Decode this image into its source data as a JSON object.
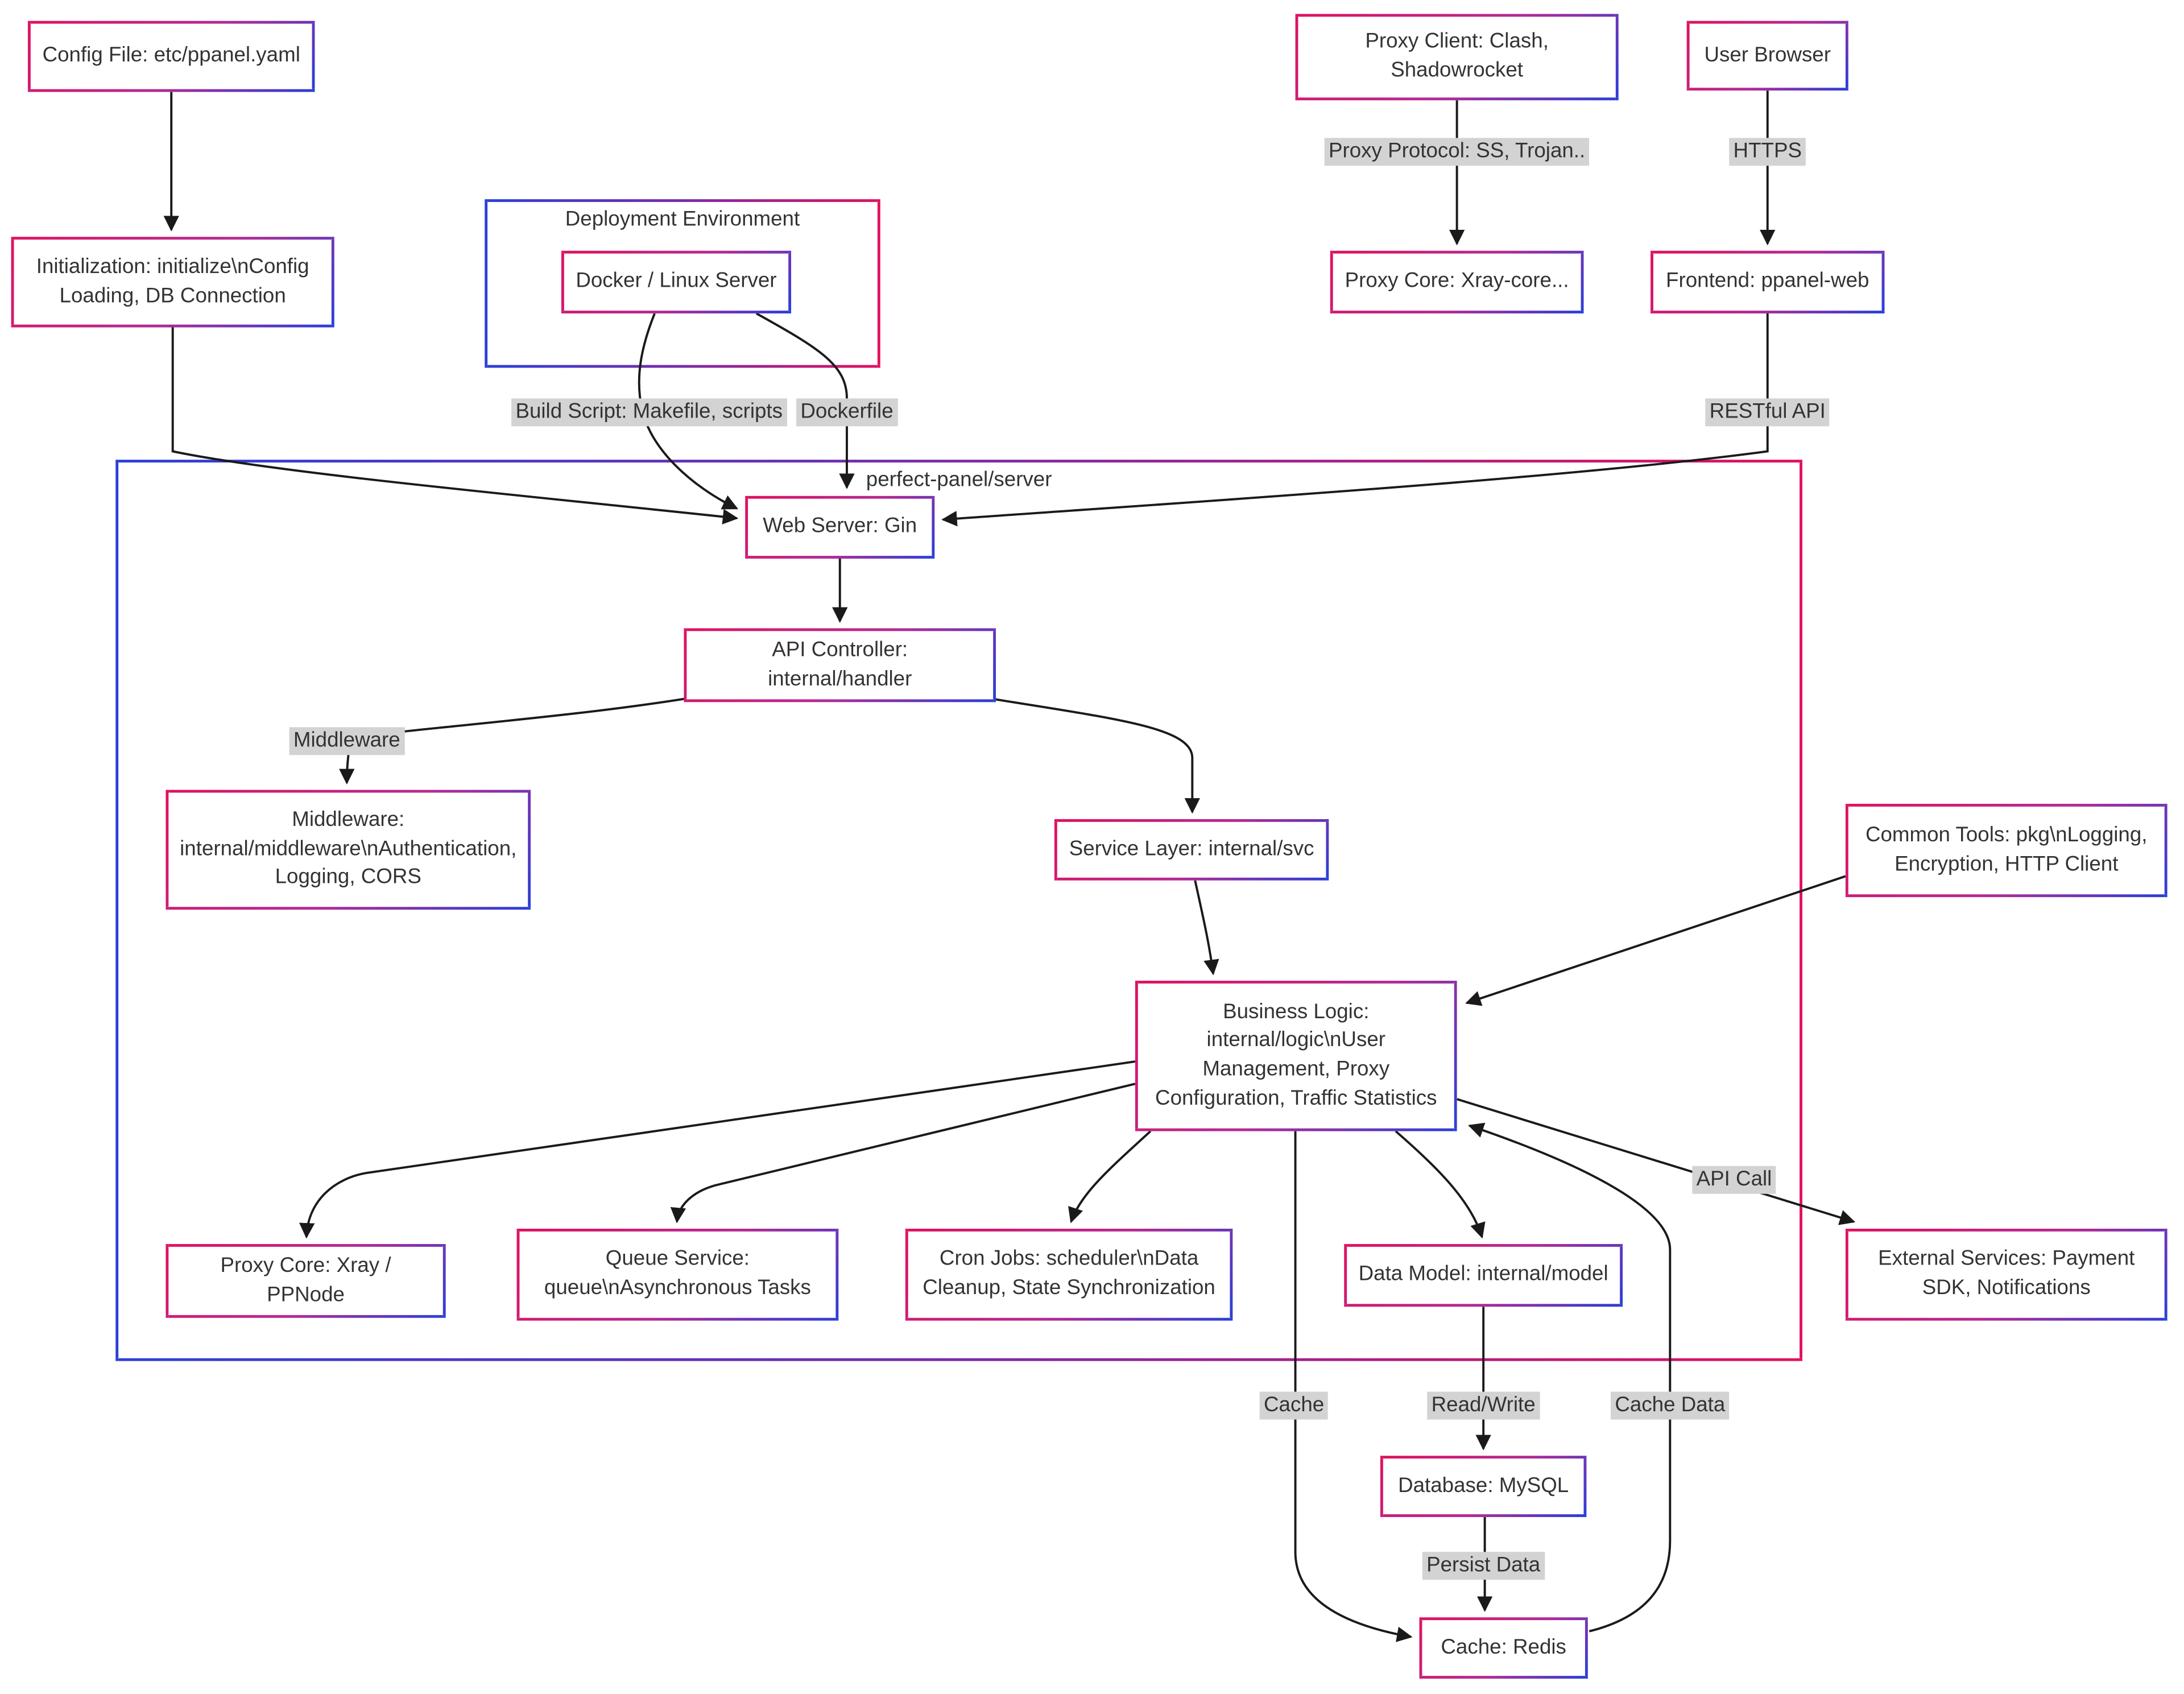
{
  "diagram": {
    "containers": {
      "deployment": {
        "label": "Deployment Environment"
      },
      "server": {
        "label": "perfect-panel/server"
      }
    },
    "nodes": {
      "config_file": {
        "label": "Config File: etc/ppanel.yaml"
      },
      "init": {
        "label": "Initialization: initialize\\nConfig Loading, DB Connection"
      },
      "docker": {
        "label": "Docker / Linux Server"
      },
      "proxy_client": {
        "label": "Proxy Client: Clash, Shadowrocket"
      },
      "user_browser": {
        "label": "User Browser"
      },
      "proxy_core_xray": {
        "label": "Proxy Core: Xray-core..."
      },
      "frontend": {
        "label": "Frontend: ppanel-web"
      },
      "web_server": {
        "label": "Web Server: Gin"
      },
      "api_controller": {
        "label": "API Controller: internal/handler"
      },
      "middleware": {
        "label": "Middleware: internal/middleware\\nAuthentication, Logging, CORS"
      },
      "service_layer": {
        "label": "Service Layer: internal/svc"
      },
      "common_tools": {
        "label": "Common Tools: pkg\\nLogging, Encryption, HTTP Client"
      },
      "business_logic": {
        "label": "Business Logic: internal/logic\\nUser Management, Proxy Configuration, Traffic Statistics"
      },
      "proxy_core_node": {
        "label": "Proxy Core: Xray / PPNode"
      },
      "queue_service": {
        "label": "Queue Service: queue\\nAsynchronous Tasks"
      },
      "cron_jobs": {
        "label": "Cron Jobs: scheduler\\nData Cleanup, State Synchronization"
      },
      "data_model": {
        "label": "Data Model: internal/model"
      },
      "external_services": {
        "label": "External Services: Payment SDK, Notifications"
      },
      "database": {
        "label": "Database: MySQL"
      },
      "cache": {
        "label": "Cache: Redis"
      }
    },
    "edge_labels": {
      "proxy_protocol": "Proxy Protocol: SS, Trojan..",
      "https": "HTTPS",
      "build_script": "Build Script: Makefile, scripts",
      "dockerfile": "Dockerfile",
      "restful_api": "RESTful API",
      "middleware": "Middleware",
      "api_call": "API Call",
      "cache": "Cache",
      "read_write": "Read/Write",
      "cache_data": "Cache Data",
      "persist_data": "Persist Data"
    },
    "colors": {
      "border_red": "#e0115f",
      "border_blue": "#2b3fd8",
      "edge_label_bg": "#d3d3d3",
      "line": "#1a1a1a",
      "node_bg": "#ffffff"
    }
  }
}
